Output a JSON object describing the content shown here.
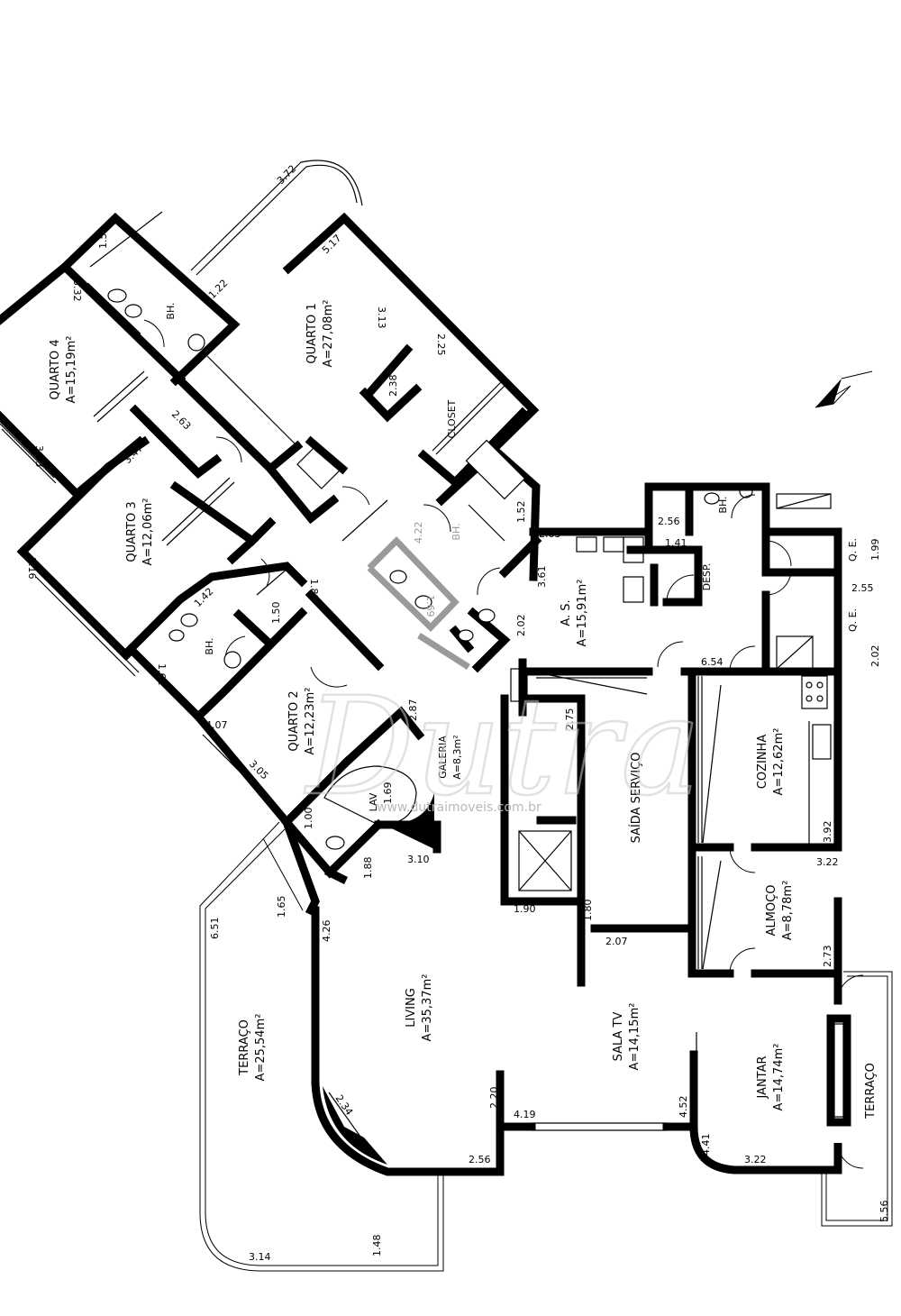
{
  "rooms": {
    "quarto1": {
      "name": "QUARTO 1",
      "area": "A=27,08m²"
    },
    "quarto2": {
      "name": "QUARTO 2",
      "area": "A=12,23m²"
    },
    "quarto3": {
      "name": "QUARTO 3",
      "area": "A=12,06m²"
    },
    "quarto4": {
      "name": "QUARTO 4",
      "area": "A=15,19m²"
    },
    "closet": {
      "name": "CLOSET"
    },
    "bh1": {
      "name": "BH."
    },
    "bh2": {
      "name": "BH."
    },
    "bh3": {
      "name": "BH."
    },
    "bh4": {
      "name": "BH."
    },
    "as": {
      "name": "A. S.",
      "area": "A=15,91m²"
    },
    "desp": {
      "name": "DESP."
    },
    "qe1": {
      "name": "Q. E."
    },
    "qe2": {
      "name": "Q. E."
    },
    "cozinha": {
      "name": "COZINHA",
      "area": "A=12,62m²"
    },
    "almoco": {
      "name": "ALMOÇO",
      "area": "A=8,78m²"
    },
    "saida": {
      "name": "SAÍDA SERVIÇO"
    },
    "galeria": {
      "name": "GALERIA",
      "area": "A=8,3m²"
    },
    "lav": {
      "name": "LAV"
    },
    "living": {
      "name": "LIVING",
      "area": "A=35,37m²"
    },
    "salatv": {
      "name": "SALA TV",
      "area": "A=14,15m²"
    },
    "jantar": {
      "name": "JANTAR",
      "area": "A=14,74m²"
    },
    "terraco1": {
      "name": "TERRAÇO",
      "area": "A=25,54m²"
    },
    "terraco2": {
      "name": "TERRAÇO"
    }
  },
  "dimensions": {
    "d372": "3.72",
    "d517": "5.17",
    "d155": "1.55",
    "d122": "1.22",
    "d332": "3.32",
    "d313": "3.13",
    "d225": "2.25",
    "d238": "2.38",
    "d263a": "2.63",
    "d347": "3.47",
    "d393": "3.93",
    "d316": "3.16",
    "d152": "1.52",
    "d422": "4.22",
    "d169a": "1.69",
    "d361": "3.61",
    "d202a": "2.02",
    "d263b": "2.63",
    "d256a": "2.56",
    "d141": "1.41",
    "d199": "1.99",
    "d255": "2.55",
    "d202b": "2.02",
    "d654": "6.54",
    "d181": "1.81",
    "d142": "1.42",
    "d150": "1.50",
    "d161": "1.61",
    "d407": "4.07",
    "d287": "2.87",
    "d305": "3.05",
    "d275": "2.75",
    "d100": "1.00",
    "d169b": "1.69",
    "d310": "3.10",
    "d188": "1.88",
    "d392": "3.92",
    "d322a": "3.22",
    "d273": "2.73",
    "d190": "1.90",
    "d180": "1.80",
    "d207": "2.07",
    "d165": "1.65",
    "d426": "4.26",
    "d651": "6.51",
    "d220": "2.20",
    "d419": "4.19",
    "d452": "4.52",
    "d441": "4.41",
    "d322b": "3.22",
    "d234": "2.34",
    "d256b": "2.56",
    "d148": "1.48",
    "d314": "3.14",
    "d556": "5.56"
  },
  "watermark": {
    "text": "Dutra",
    "sub": "www.dutraimoveis.com.br"
  }
}
